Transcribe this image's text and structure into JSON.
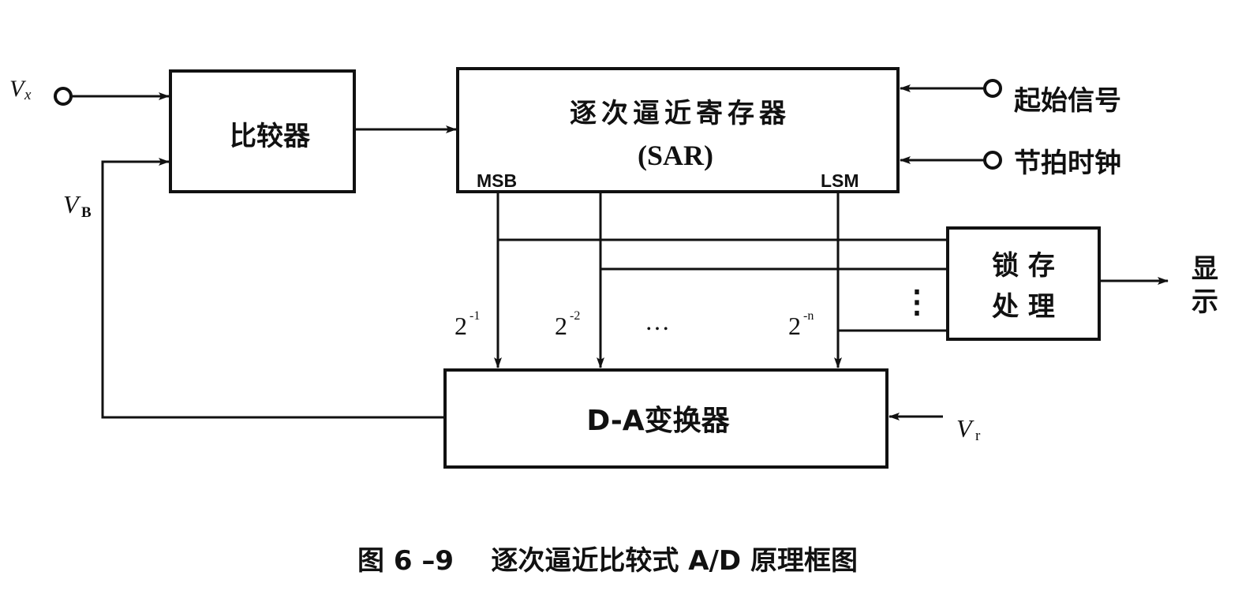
{
  "signals": {
    "vx": {
      "main": "V",
      "sub": "x"
    },
    "vb": {
      "main": "V",
      "sub": "B"
    },
    "vr": {
      "main": "V",
      "sub": "r"
    }
  },
  "blocks": {
    "comparator": "比较器",
    "sar_line1": "逐次逼近寄存器",
    "sar_line2": "(SAR)",
    "msb": "MSB",
    "lsm": "LSM",
    "dac": "D-A变换器",
    "latch_line1": "锁  存",
    "latch_line2": "处  理"
  },
  "inputs": {
    "start": "起始信号",
    "clock": "节拍时钟"
  },
  "output": {
    "line1": "显",
    "line2": "示"
  },
  "weights": {
    "w1": {
      "base": "2",
      "exp": "-1"
    },
    "w2": {
      "base": "2",
      "exp": "-2"
    },
    "ellipsis": "…",
    "wn": {
      "base": "2",
      "exp": "-n"
    },
    "vdots": "⋮"
  },
  "caption": "图 6 –9    逐次逼近比较式 A/D 原理框图"
}
